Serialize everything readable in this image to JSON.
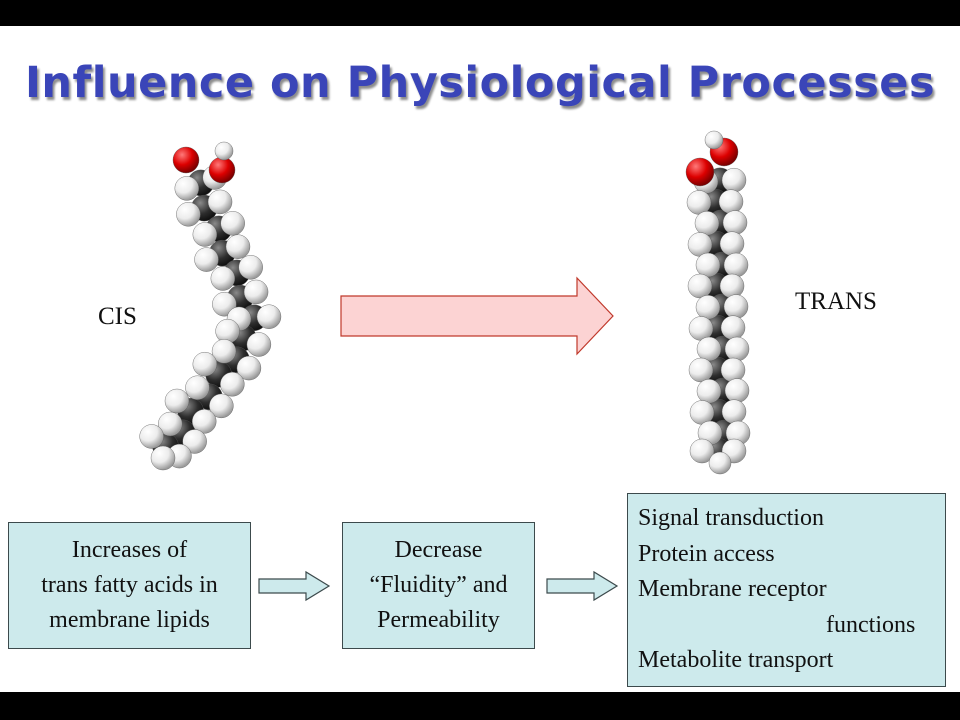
{
  "title": "Influence on Physiological Processes",
  "molecules": {
    "cis_label": "CIS",
    "trans_label": "TRANS"
  },
  "flow": {
    "box1": [
      "Increases of",
      "trans fatty acids in",
      "membrane lipids"
    ],
    "box2": [
      "Decrease",
      "“Fluidity” and",
      "Permeability"
    ],
    "box3": [
      "Signal transduction",
      "Protein access",
      "Membrane receptor",
      "functions",
      "Metabolite transport"
    ]
  },
  "colors": {
    "title": "#3a45b8",
    "box_fill": "#cdeaec",
    "big_arrow_fill": "#fcd3d3",
    "big_arrow_stroke": "#c0392b",
    "oxygen": "#d40000",
    "carbon": "#333333",
    "hydrogen": "#f2f2f2"
  }
}
